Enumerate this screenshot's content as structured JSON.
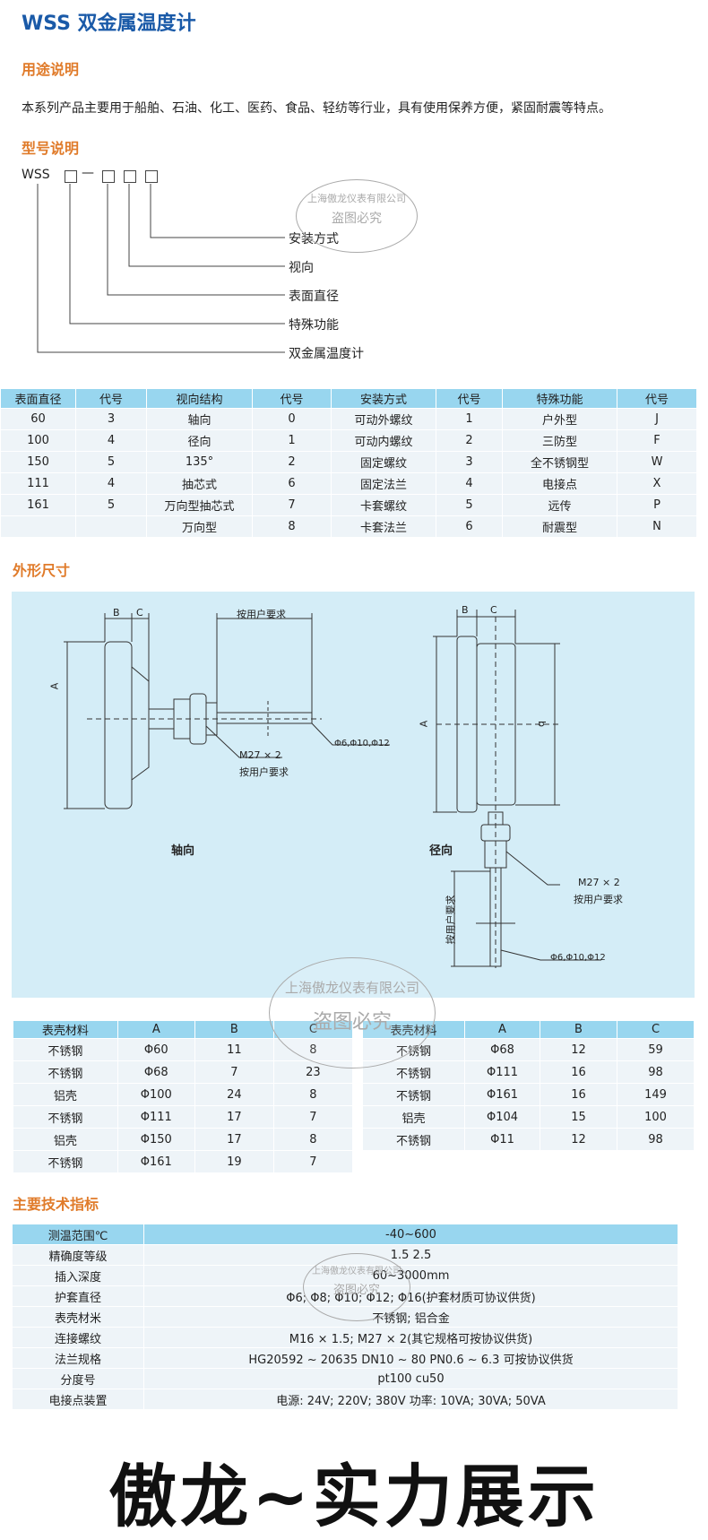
{
  "title": "WSS 双金属温度计",
  "usage": {
    "heading": "用途说明",
    "text": "本系列产品主要用于船舶、石油、化工、医药、食品、轻纺等行业，具有使用保养方便，紧固耐震等特点。"
  },
  "model": {
    "heading": "型号说明",
    "prefix": "WSS",
    "dash": "—",
    "labels": [
      "安装方式",
      "视向",
      "表面直径",
      "特殊功能",
      "双金属温度计"
    ]
  },
  "codes": {
    "headers": [
      "表面直径",
      "代号",
      "视向结构",
      "代号",
      "安装方式",
      "代号",
      "特殊功能",
      "代号"
    ],
    "rows": [
      [
        "60",
        "3",
        "轴向",
        "0",
        "可动外螺纹",
        "1",
        "户外型",
        "J"
      ],
      [
        "100",
        "4",
        "径向",
        "1",
        "可动内螺纹",
        "2",
        "三防型",
        "F"
      ],
      [
        "150",
        "5",
        "135°",
        "2",
        "固定螺纹",
        "3",
        "全不锈钢型",
        "W"
      ],
      [
        "111",
        "4",
        "抽芯式",
        "6",
        "固定法兰",
        "4",
        "电接点",
        "X"
      ],
      [
        "161",
        "5",
        "万向型抽芯式",
        "7",
        "卡套螺纹",
        "5",
        "远传",
        "P"
      ],
      [
        "",
        "",
        "万向型",
        "8",
        "卡套法兰",
        "6",
        "耐震型",
        "N"
      ]
    ]
  },
  "dimensions": {
    "heading": "外形尺寸",
    "a": "A",
    "b": "B",
    "c": "C",
    "b_lower": "b",
    "user_req": "按用户要求",
    "thread": "M27 × 2",
    "stem": "Φ6,Φ10,Φ12",
    "axial": "轴向",
    "radial": "径向"
  },
  "materials_left": {
    "headers": [
      "表壳材料",
      "A",
      "B",
      "C"
    ],
    "rows": [
      [
        "不锈钢",
        "Φ60",
        "11",
        "8"
      ],
      [
        "不锈钢",
        "Φ68",
        "7",
        "23"
      ],
      [
        "铝壳",
        "Φ100",
        "24",
        "8"
      ],
      [
        "不锈钢",
        "Φ111",
        "17",
        "7"
      ],
      [
        "铝壳",
        "Φ150",
        "17",
        "8"
      ],
      [
        "不锈钢",
        "Φ161",
        "19",
        "7"
      ]
    ]
  },
  "materials_right": {
    "headers": [
      "表壳材料",
      "A",
      "B",
      "C"
    ],
    "rows": [
      [
        "不锈钢",
        "Φ68",
        "12",
        "59"
      ],
      [
        "不锈钢",
        "Φ111",
        "16",
        "98"
      ],
      [
        "不锈钢",
        "Φ161",
        "16",
        "149"
      ],
      [
        "铝壳",
        "Φ104",
        "15",
        "100"
      ],
      [
        "不锈钢",
        "Φ11",
        "12",
        "98"
      ]
    ]
  },
  "specs": {
    "heading": "主要技术指标",
    "rows": [
      [
        "测温范围℃",
        "-40~600"
      ],
      [
        "精确度等级",
        "1.5    2.5"
      ],
      [
        "插入深度",
        "60~3000mm"
      ],
      [
        "护套直径",
        "Φ6;  Φ8;  Φ10;  Φ12;  Φ16(护套材质可协议供货)"
      ],
      [
        "表壳材米",
        "不锈钢;  铝合金"
      ],
      [
        "连接螺纹",
        "M16 × 1.5;  M27 × 2(其它规格可按协议供货)"
      ],
      [
        "法兰规格",
        "HG20592 ~ 20635    DN10 ~ 80    PN0.6 ~ 6.3   可按协议供货"
      ],
      [
        "分度号",
        "pt100   cu50"
      ],
      [
        "电接点装置",
        "电源:  24V;  220V;  380V      功率:  10VA;  30VA;  50VA"
      ]
    ]
  },
  "watermark": {
    "company": "上海傲龙仪表有限公司",
    "notice": "盗图必究"
  },
  "banner": "傲龙~实力展示"
}
